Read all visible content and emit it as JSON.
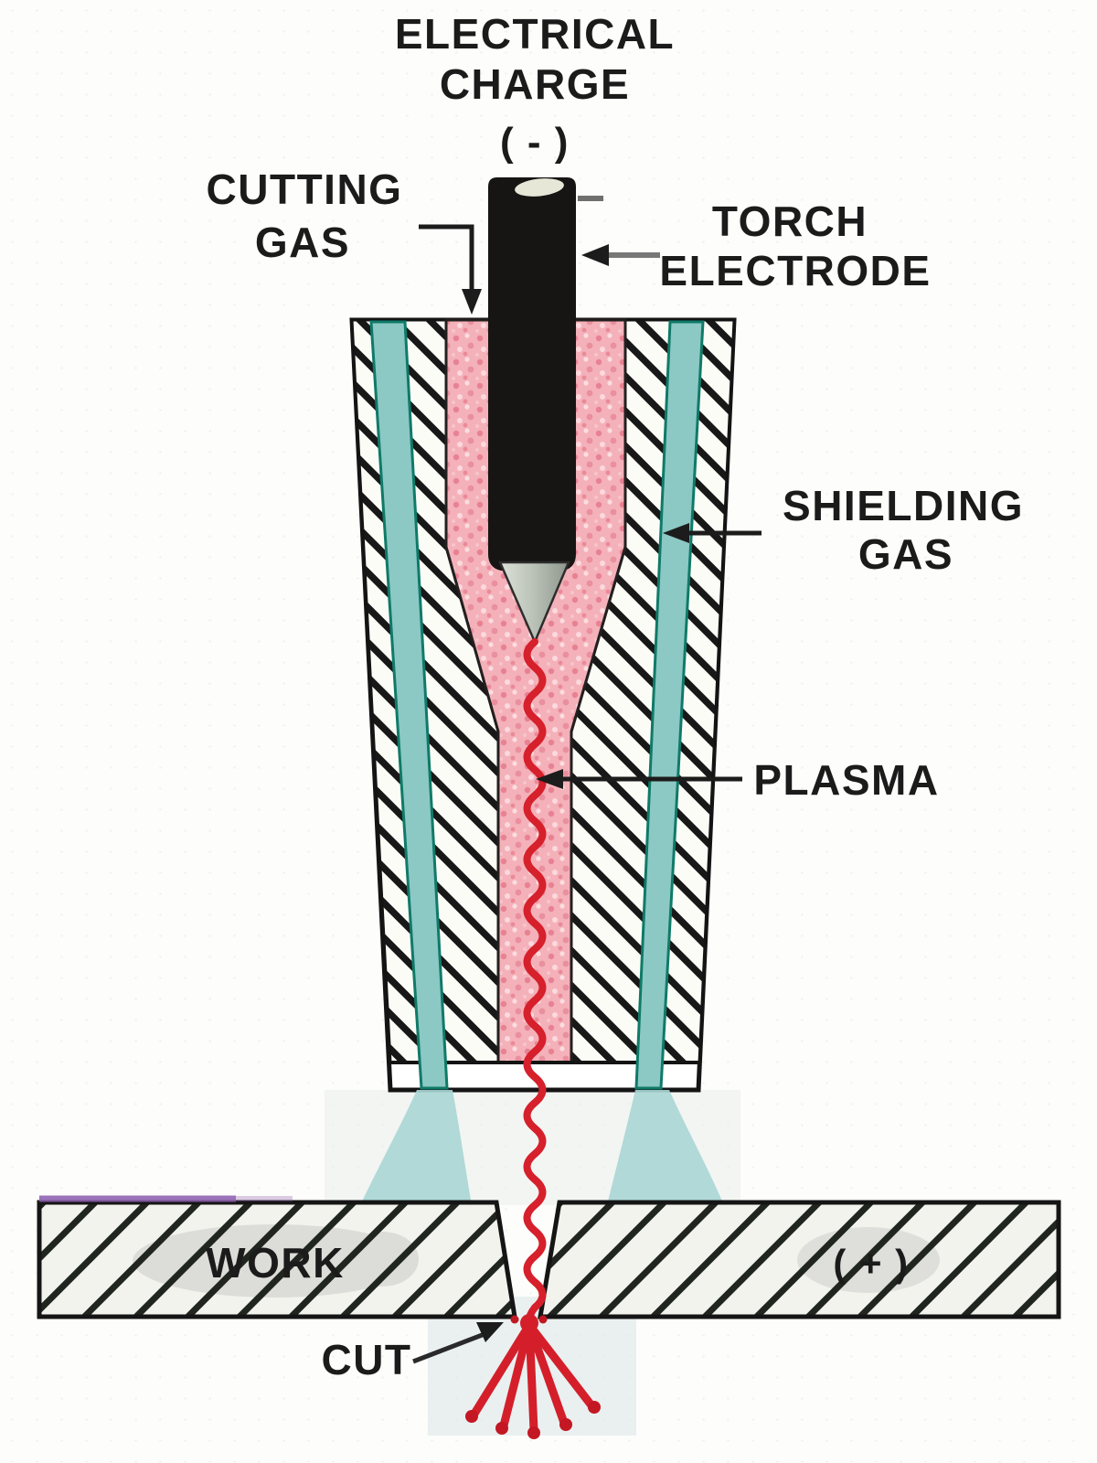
{
  "labels": {
    "electrical_charge": {
      "line1": "ELECTRICAL",
      "line2": "CHARGE",
      "line3": "( - )"
    },
    "cutting_gas": {
      "line1": "CUTTING",
      "line2": "GAS"
    },
    "torch_electrode": {
      "line1": "TORCH",
      "line2": "ELECTRODE"
    },
    "shielding_gas": {
      "line1": "SHIELDING",
      "line2": "GAS"
    },
    "plasma": "PLASMA",
    "work": "WORK",
    "work_polarity": "( + )",
    "cut": "CUT"
  },
  "colors": {
    "label_text": "#1b1b1b",
    "electrode_black": "#171513",
    "electrode_tip_gray": "#b9c1b7",
    "cutting_gas_pink": "#f4b1b9",
    "shielding_gas_teal": "#8cc8c4",
    "shielding_gas_teal_dark": "#0f7a68",
    "shielding_gas_plume": "#a9d6d5",
    "plasma_red": "#d6202c",
    "hatch_black": "#181818",
    "work_highlight_gray": "#dcdcd8",
    "work_top_purple": "#8b5cae",
    "background": "#fdfdfb"
  }
}
